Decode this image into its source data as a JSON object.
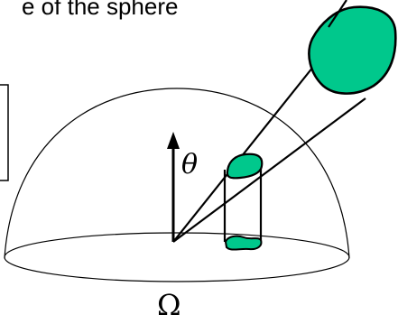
{
  "diagram": {
    "caption_text": "e of the sphere",
    "theta_symbol": "θ",
    "omega_symbol": "Ω"
  },
  "colors": {
    "patch_fill": "#00c88c",
    "stroke": "#000000",
    "background": "#ffffff"
  },
  "icons": {
    "arrow": "up-arrow-icon",
    "patch": "surface-patch-icon"
  }
}
